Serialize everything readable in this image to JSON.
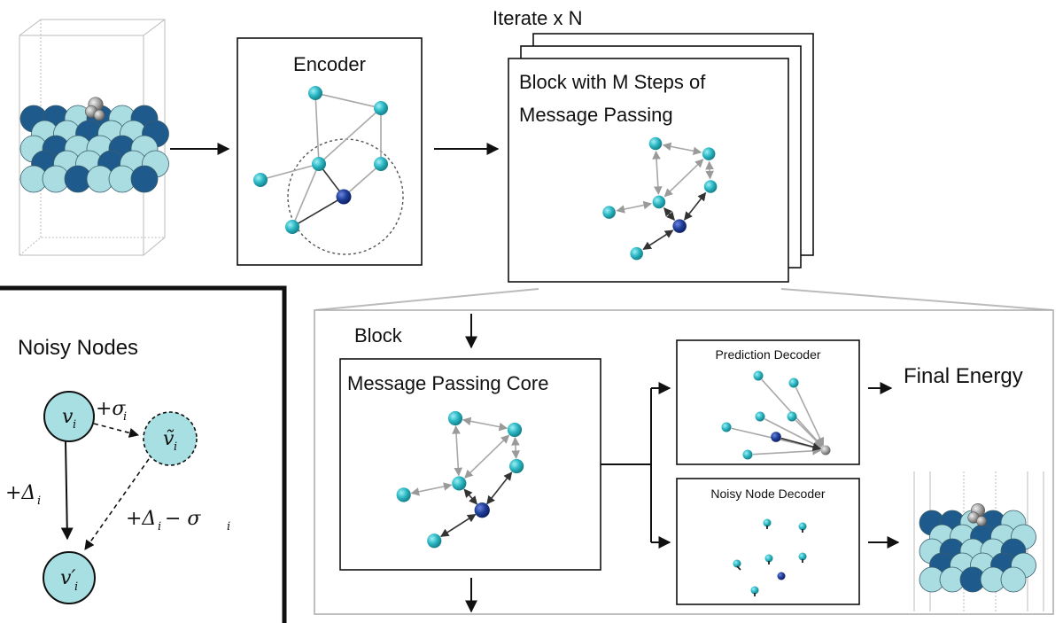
{
  "labels": {
    "iterate": "Iterate x N",
    "encoder": "Encoder",
    "block_title_1": "Block with M Steps of",
    "block_title_2": "Message Passing",
    "block": "Block",
    "mp_core": "Message Passing Core",
    "prediction_decoder": "Prediction Decoder",
    "noisy_node_decoder": "Noisy Node Decoder",
    "final_energy": "Final Energy",
    "noisy_nodes": "Noisy Nodes"
  },
  "noisy_nodes": {
    "node_v": "v",
    "node_v_sub": "i",
    "node_vtilde": "ṽ",
    "node_vtilde_sub": "i",
    "node_vprime": "v′",
    "node_vprime_sub": "i",
    "edge_sigma": "+σ",
    "edge_sigma_sub": "i",
    "edge_delta": "+Δ",
    "edge_delta_sub": "i",
    "edge_delta_minus_sigma": "+Δ",
    "edge_delta_minus_sigma_sub": "i",
    "edge_delta_minus_sigma_tail": " − σ",
    "edge_delta_minus_sigma_sub2": "i"
  },
  "colors": {
    "cyan_node": "#2bb7c4",
    "dark_node": "#1f3f99",
    "light_atom": "#a9dde1",
    "dark_atom": "#1e5a8c",
    "noisy_fill": "#a8dfe2",
    "edge_gray": "#a8a8a8",
    "edge_dark": "#333333"
  }
}
